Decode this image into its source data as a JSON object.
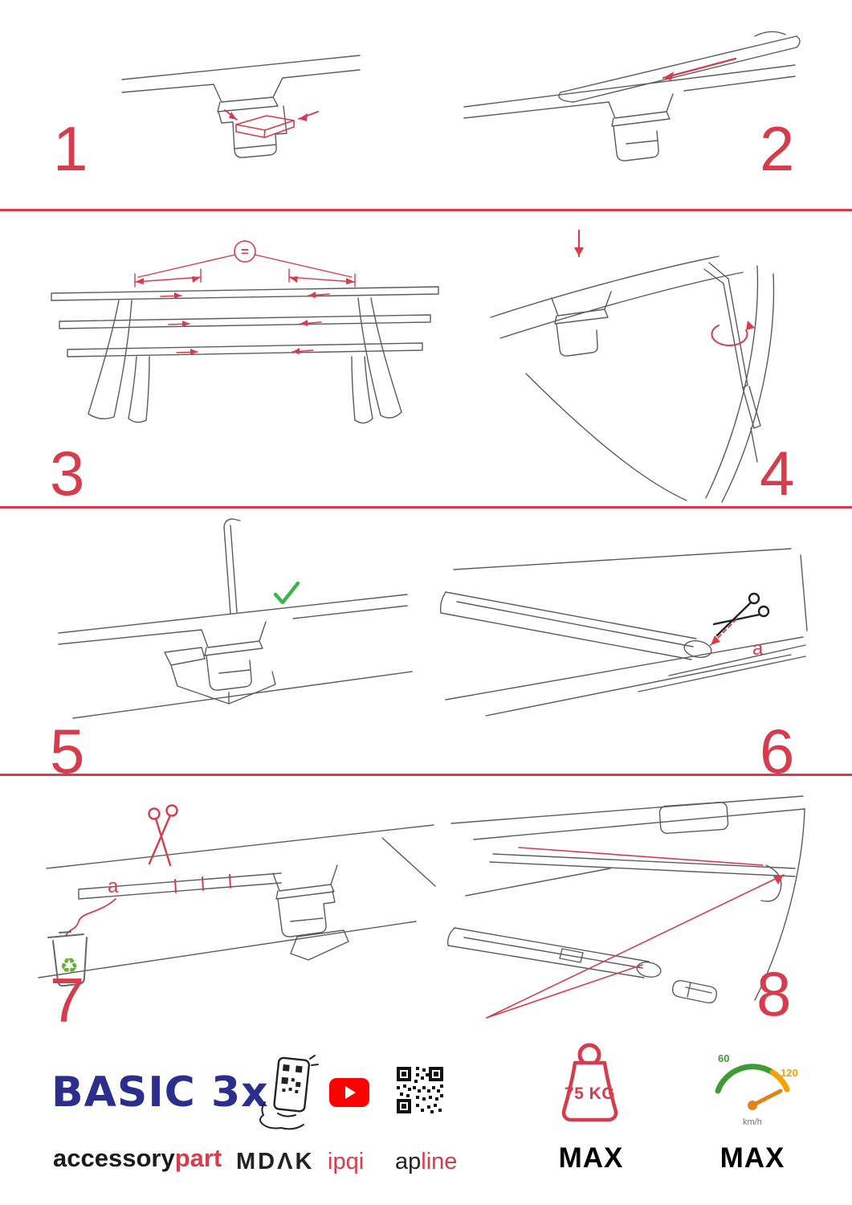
{
  "colors": {
    "accent_red": "#d63c4c",
    "brand_navy": "#2b2e8c",
    "check_green": "#3bb54a",
    "eco_green": "#64b32c",
    "youtube_red": "#ff0000",
    "speed_green": "#3f9c35",
    "speed_orange": "#f5a100"
  },
  "steps": [
    {
      "number": "1"
    },
    {
      "number": "2"
    },
    {
      "number": "3"
    },
    {
      "number": "4"
    },
    {
      "number": "5"
    },
    {
      "number": "6"
    },
    {
      "number": "7"
    },
    {
      "number": "8"
    }
  ],
  "annotations": {
    "equal_badge": "=",
    "cut_label_step6": "a",
    "cut_label_step7": "a"
  },
  "icons": {
    "recycle": "♻"
  },
  "footer": {
    "product_name": "BASIC 3x",
    "wordmark_black": "accessory",
    "wordmark_red": "part",
    "logo_mdak": "MDΛK",
    "logo_ipqi": "ipqi",
    "logo_apline_black": "ap",
    "logo_apline_red": "line",
    "weight": {
      "value": "75 KG",
      "label": "MAX"
    },
    "speed": {
      "tick_low": "60",
      "tick_high": "120",
      "unit": "km/h",
      "label": "MAX"
    }
  }
}
